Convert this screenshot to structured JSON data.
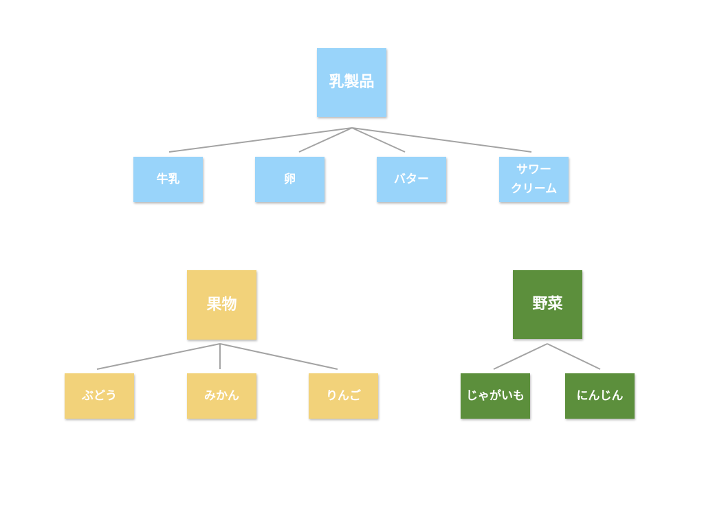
{
  "diagram": {
    "groups": [
      {
        "id": "dairy",
        "color": "#99d4fa",
        "parent": {
          "label": "乳製品"
        },
        "children": [
          {
            "label": "牛乳"
          },
          {
            "label": "卵"
          },
          {
            "label": "バター"
          },
          {
            "label": "サワー\nクリーム"
          }
        ]
      },
      {
        "id": "fruit",
        "color": "#f2d27a",
        "parent": {
          "label": "果物"
        },
        "children": [
          {
            "label": "ぶどう"
          },
          {
            "label": "みかん"
          },
          {
            "label": "りんご"
          }
        ]
      },
      {
        "id": "vegetable",
        "color": "#5c8f3c",
        "parent": {
          "label": "野菜"
        },
        "children": [
          {
            "label": "じゃがいも"
          },
          {
            "label": "にんじん"
          }
        ]
      }
    ]
  }
}
